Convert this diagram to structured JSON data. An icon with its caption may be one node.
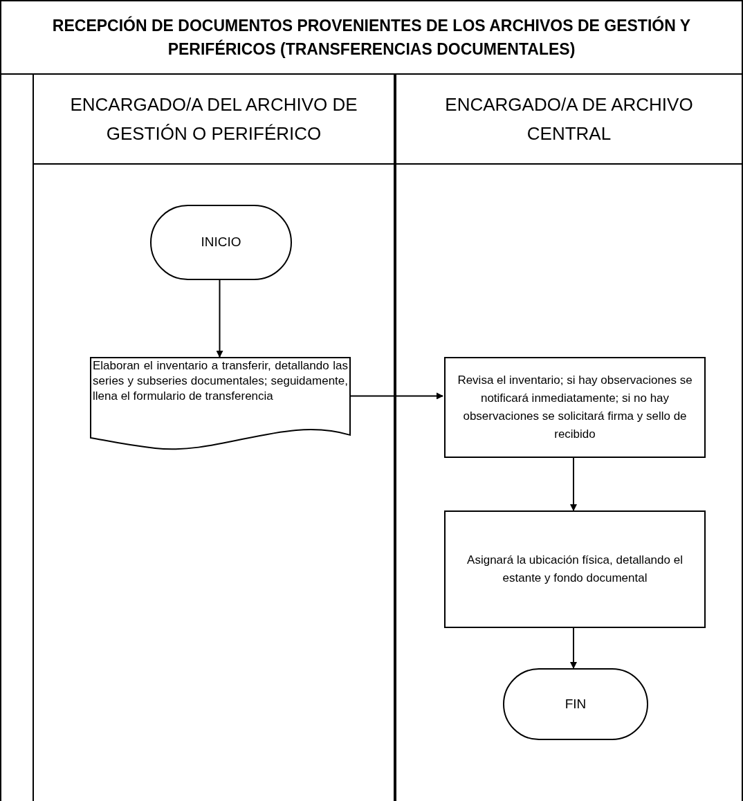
{
  "diagram": {
    "title": "RECEPCIÓN DE DOCUMENTOS PROVENIENTES DE LOS ARCHIVOS DE GESTIÓN Y PERIFÉRICOS (TRANSFERENCIAS DOCUMENTALES)",
    "nodes": [
      {
        "text": [
          "ENCARGADO/A DEL ARCHIVO DE GESTIÓN O PERIFÉRICO"
        ]
      },
      {
        "text": [
          "ENCARGADO/A DE ARCHIVO CENTRAL"
        ]
      },
      {
        "text": [
          "INICIO"
        ],
        "in": 0
      },
      {
        "text": [
          "Elaboran el inventario a transferir, detallando las series y subseries documentales; seguidamente, llena el formulario de transferencia"
        ],
        "in": 0
      },
      {
        "text": [
          "Revisa el inventario; si hay observaciones se notificará inmediatamente; si no hay observaciones se solicitará firma y sello de recibido"
        ],
        "in": 1
      },
      {
        "text": [
          "Asignará la ubicación física, detallando el estante y fondo documental"
        ],
        "in": 1
      },
      {
        "text": [
          "FIN"
        ],
        "in": 1
      }
    ],
    "edges": [
      {
        "from": 2,
        "to": 3,
        "arrow": "to"
      },
      {
        "from": 3,
        "to": 4,
        "arrow": "to"
      },
      {
        "from": 4,
        "to": 5,
        "arrow": "to"
      },
      {
        "from": 5,
        "to": 6,
        "arrow": "to"
      }
    ]
  }
}
